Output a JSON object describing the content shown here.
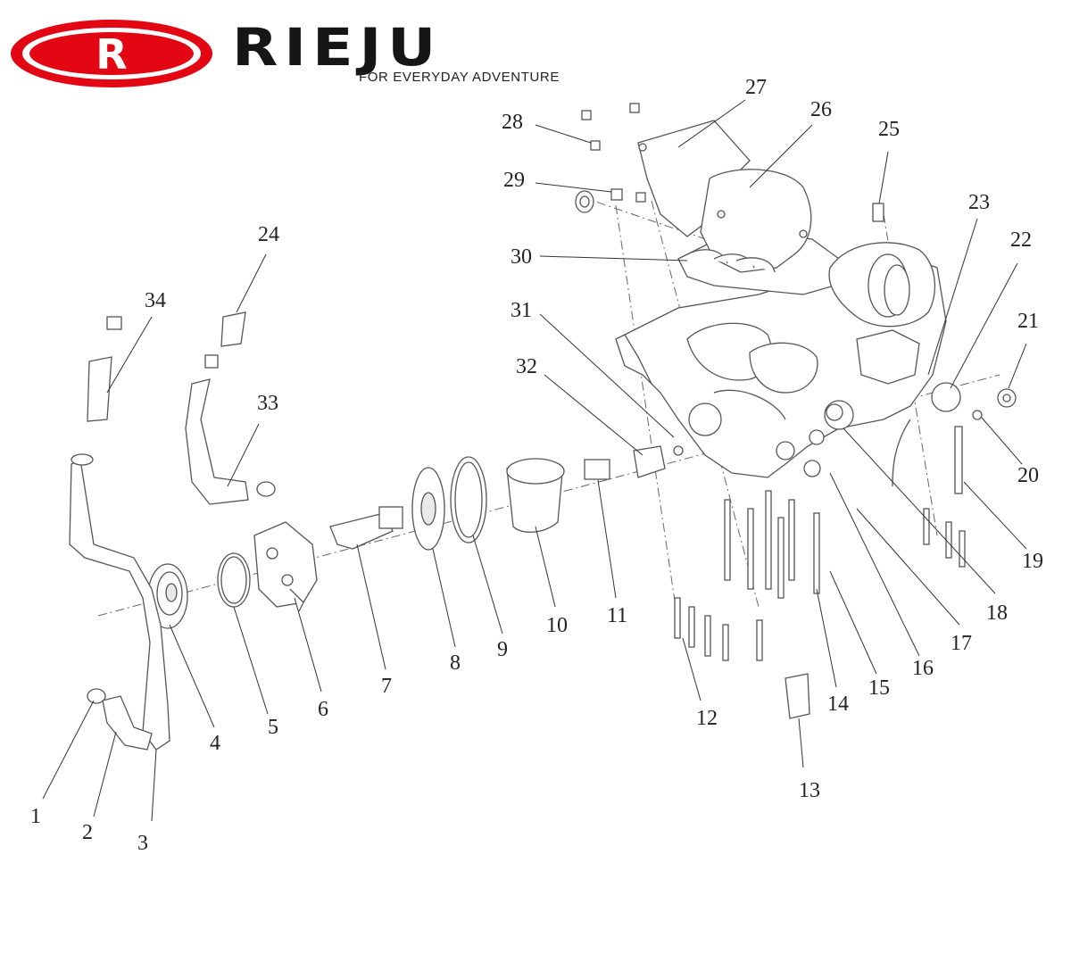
{
  "brand": {
    "wordmark": "RIEJU",
    "tagline": "FOR EVERYDAY ADVENTURE",
    "logo_letter": "R",
    "logo_color": "#e30613",
    "logo_icon": "rieju-r-emblem-icon"
  },
  "diagram": {
    "callouts": [
      "1",
      "2",
      "3",
      "4",
      "5",
      "6",
      "7",
      "8",
      "9",
      "10",
      "11",
      "12",
      "13",
      "14",
      "15",
      "16",
      "17",
      "18",
      "19",
      "20",
      "21",
      "22",
      "23",
      "24",
      "25",
      "26",
      "27",
      "28",
      "29",
      "30",
      "31",
      "32",
      "33",
      "34"
    ]
  }
}
